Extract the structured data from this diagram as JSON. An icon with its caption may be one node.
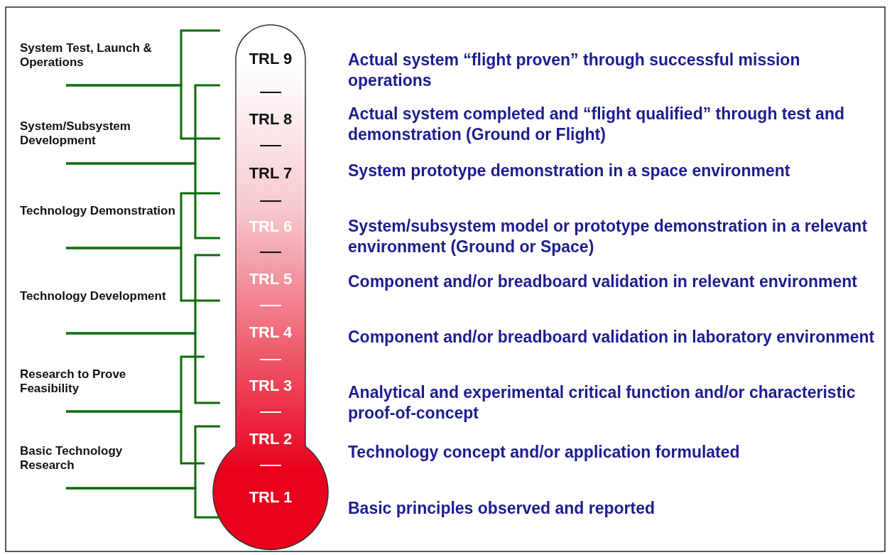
{
  "diagram": {
    "nodes": [
      {
        "text": [
          "System Test, Launch & Operations"
        ]
      },
      {
        "text": [
          "System/Subsystem Development"
        ]
      },
      {
        "text": [
          "Technology Demonstration"
        ]
      },
      {
        "text": [
          "Technology Development"
        ]
      },
      {
        "text": [
          "Research to Prove Feasibility"
        ]
      },
      {
        "text": [
          "Basic Technology Research"
        ]
      },
      {
        "text": [
          "TRL 9"
        ],
        "beside": [
          "Actual system “flight proven” through successful mission operations"
        ]
      },
      {
        "text": [
          "TRL 8"
        ],
        "beside": [
          "Actual system completed and “flight qualified” through test and demonstration (Ground or Flight)"
        ]
      },
      {
        "text": [
          "TRL 7"
        ],
        "beside": [
          "System prototype demonstration in a space environment"
        ]
      },
      {
        "text": [
          "TRL 6"
        ],
        "beside": [
          "System/subsystem model or prototype demonstration in a relevant environment (Ground or Space)"
        ]
      },
      {
        "text": [
          "TRL 5"
        ],
        "beside": [
          "Component and/or breadboard validation in relevant environment"
        ]
      },
      {
        "text": [
          "TRL 4"
        ],
        "beside": [
          "Component and/or breadboard validation in laboratory environment"
        ]
      },
      {
        "text": [
          "TRL 3"
        ],
        "beside": [
          "Analytical and experimental critical function and/or characteristic proof-of-concept"
        ]
      },
      {
        "text": [
          "TRL 2"
        ],
        "beside": [
          "Technology concept and/or application formulated"
        ]
      },
      {
        "text": [
          "TRL 1"
        ],
        "beside": [
          "Basic principles observed and reported"
        ]
      }
    ],
    "edges": [
      {
        "from": 0,
        "to": 6,
        "arrow": "none"
      },
      {
        "from": 0,
        "to": 7,
        "arrow": "none"
      },
      {
        "from": 1,
        "to": 6,
        "arrow": "none"
      },
      {
        "from": 1,
        "to": 9,
        "arrow": "none"
      },
      {
        "from": 2,
        "to": 8,
        "arrow": "none"
      },
      {
        "from": 2,
        "to": 10,
        "arrow": "none"
      },
      {
        "from": 3,
        "to": 10,
        "arrow": "none"
      },
      {
        "from": 3,
        "to": 12,
        "arrow": "none"
      },
      {
        "from": 4,
        "to": 11,
        "arrow": "none"
      },
      {
        "from": 4,
        "to": 13,
        "arrow": "none"
      },
      {
        "from": 5,
        "to": 13,
        "arrow": "none"
      },
      {
        "from": 5,
        "to": 14,
        "arrow": "none"
      }
    ]
  }
}
